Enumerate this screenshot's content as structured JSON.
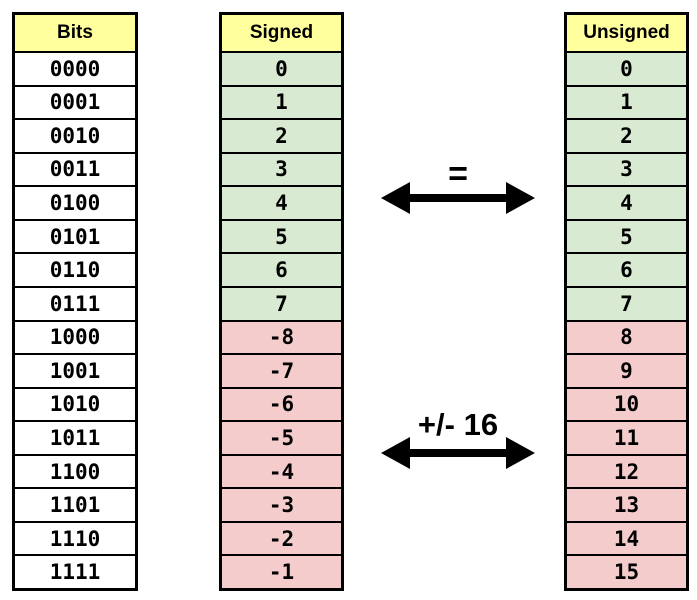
{
  "colors": {
    "pageBg": "#FFFFFF",
    "headerBg": "#FFFF9E",
    "positiveBg": "#D9EAD3",
    "negativeBg": "#F4CCCC",
    "cellBg": "#FFFFFF",
    "border": "#000000",
    "text": "#000000"
  },
  "tables": [
    {
      "header": "Bits",
      "rows": [
        {
          "text": "0000",
          "tone": "white"
        },
        {
          "text": "0001",
          "tone": "white"
        },
        {
          "text": "0010",
          "tone": "white"
        },
        {
          "text": "0011",
          "tone": "white"
        },
        {
          "text": "0100",
          "tone": "white"
        },
        {
          "text": "0101",
          "tone": "white"
        },
        {
          "text": "0110",
          "tone": "white"
        },
        {
          "text": "0111",
          "tone": "white"
        },
        {
          "text": "1000",
          "tone": "white"
        },
        {
          "text": "1001",
          "tone": "white"
        },
        {
          "text": "1010",
          "tone": "white"
        },
        {
          "text": "1011",
          "tone": "white"
        },
        {
          "text": "1100",
          "tone": "white"
        },
        {
          "text": "1101",
          "tone": "white"
        },
        {
          "text": "1110",
          "tone": "white"
        },
        {
          "text": "1111",
          "tone": "white"
        }
      ]
    },
    {
      "header": "Signed",
      "rows": [
        {
          "text": "0",
          "tone": "green"
        },
        {
          "text": "1",
          "tone": "green"
        },
        {
          "text": "2",
          "tone": "green"
        },
        {
          "text": "3",
          "tone": "green"
        },
        {
          "text": "4",
          "tone": "green"
        },
        {
          "text": "5",
          "tone": "green"
        },
        {
          "text": "6",
          "tone": "green"
        },
        {
          "text": "7",
          "tone": "green"
        },
        {
          "text": "-8",
          "tone": "pink"
        },
        {
          "text": "-7",
          "tone": "pink"
        },
        {
          "text": "-6",
          "tone": "pink"
        },
        {
          "text": "-5",
          "tone": "pink"
        },
        {
          "text": "-4",
          "tone": "pink"
        },
        {
          "text": "-3",
          "tone": "pink"
        },
        {
          "text": "-2",
          "tone": "pink"
        },
        {
          "text": "-1",
          "tone": "pink"
        }
      ]
    },
    {
      "header": "Unsigned",
      "rows": [
        {
          "text": "0",
          "tone": "green"
        },
        {
          "text": "1",
          "tone": "green"
        },
        {
          "text": "2",
          "tone": "green"
        },
        {
          "text": "3",
          "tone": "green"
        },
        {
          "text": "4",
          "tone": "green"
        },
        {
          "text": "5",
          "tone": "green"
        },
        {
          "text": "6",
          "tone": "green"
        },
        {
          "text": "7",
          "tone": "green"
        },
        {
          "text": "8",
          "tone": "pink"
        },
        {
          "text": "9",
          "tone": "pink"
        },
        {
          "text": "10",
          "tone": "pink"
        },
        {
          "text": "11",
          "tone": "pink"
        },
        {
          "text": "12",
          "tone": "pink"
        },
        {
          "text": "13",
          "tone": "pink"
        },
        {
          "text": "14",
          "tone": "pink"
        },
        {
          "text": "15",
          "tone": "pink"
        }
      ]
    }
  ],
  "relations": {
    "equal": {
      "label": "="
    },
    "offset": {
      "label": "+/- 16"
    }
  }
}
